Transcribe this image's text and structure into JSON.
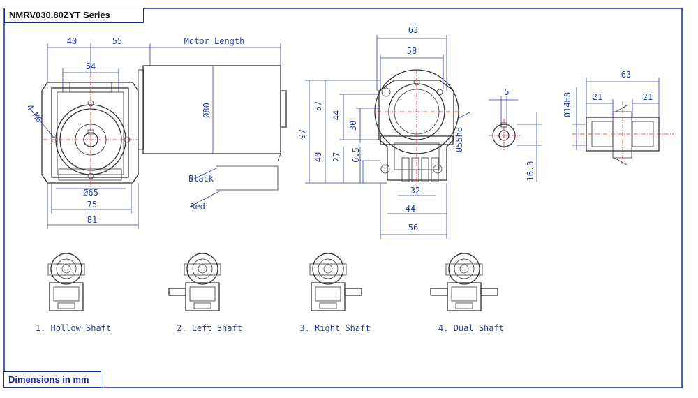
{
  "title": "NMRV030.80ZYT Series",
  "units_note": "Dimensions in mm",
  "colors": {
    "border": "#1a2b9c",
    "dimension": "#2b3f9e",
    "centerline": "#dd2222",
    "outline": "#333333"
  },
  "front_view": {
    "dims": {
      "d40": "40",
      "d55": "55",
      "d54": "54",
      "motor_length": "Motor Length",
      "dia80": "Ø80",
      "holes": "4-M6",
      "dia65": "Ø65",
      "d75": "75",
      "d81": "81"
    },
    "wires": {
      "black": "Black",
      "red": "Red"
    }
  },
  "side_view": {
    "dims": {
      "d63": "63",
      "d58": "58",
      "d97": "97",
      "d57": "57",
      "d44v": "44",
      "d30": "30",
      "d40v": "40",
      "d27": "27",
      "d6_5": "6.5",
      "dia55": "Ø55h8",
      "d32": "32",
      "d44h": "44",
      "d56": "56"
    }
  },
  "bore_view": {
    "dims": {
      "key5": "5",
      "d16_3": "16.3"
    }
  },
  "shaft_view": {
    "dims": {
      "dia14": "Ø14H8",
      "d63": "63",
      "d21l": "21",
      "d21r": "21"
    }
  },
  "variants": [
    {
      "label": "1. Hollow Shaft"
    },
    {
      "label": "2. Left Shaft"
    },
    {
      "label": "3. Right Shaft"
    },
    {
      "label": "4. Dual Shaft"
    }
  ]
}
